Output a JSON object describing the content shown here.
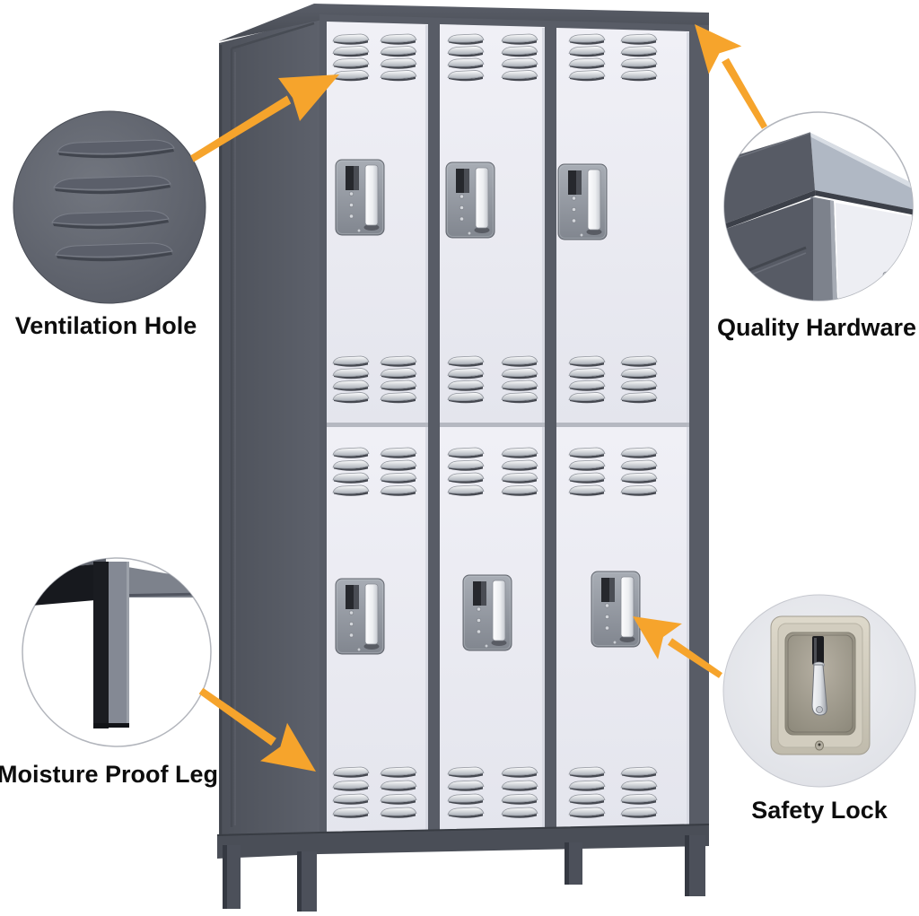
{
  "image": {
    "kind": "product-feature-diagram",
    "background": "#FFFFFF"
  },
  "product": {
    "subject": "metal-locker-cabinet",
    "door_columns": 3,
    "door_rows": 2,
    "door_count": 6
  },
  "callouts": {
    "ventilation": {
      "label": "Ventilation Hole"
    },
    "hardware": {
      "label": "Quality Hardware"
    },
    "leg": {
      "label": "Moisture Proof Leg"
    },
    "lock": {
      "label": "Safety Lock"
    }
  },
  "colors": {
    "accent_orange": "#F6A42C",
    "frame_dark_gray": "#555964",
    "door_light": "#E9EAF1",
    "chrome": "#E8EAEE",
    "label_text": "#0D0D0D"
  }
}
